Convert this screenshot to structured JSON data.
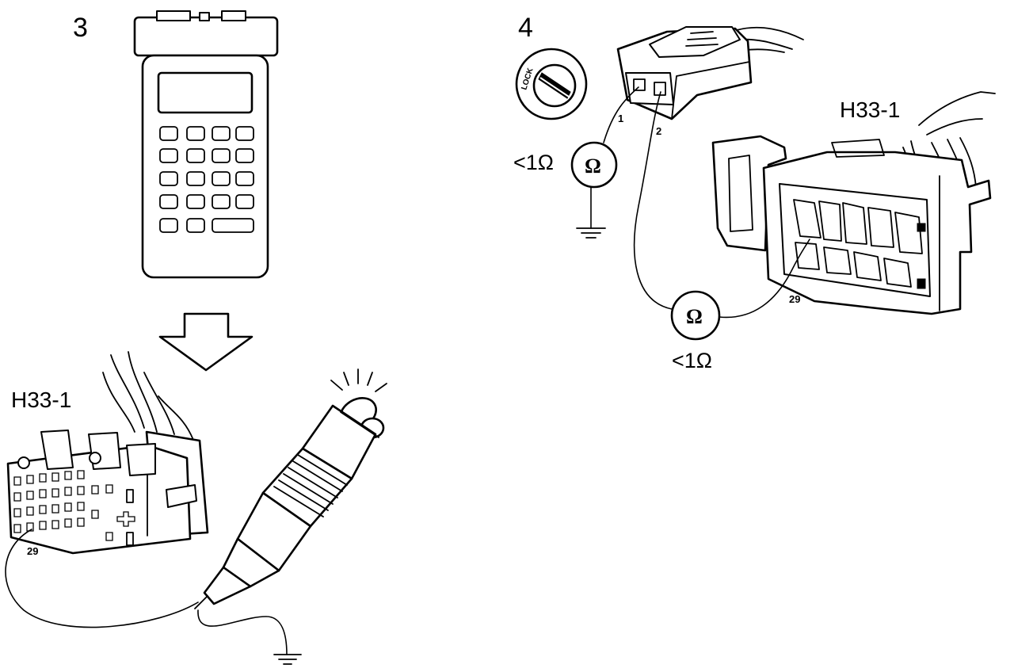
{
  "steps": {
    "step3": {
      "number": "3",
      "connector_label": "H33-1",
      "pin_label": "29"
    },
    "step4": {
      "number": "4",
      "connector_label": "H33-1",
      "pin_label": "29",
      "plug_pin_1": "1",
      "plug_pin_2": "2",
      "meter_symbol": "Ω",
      "reading_top": "<1Ω",
      "reading_bottom": "<1Ω",
      "ignition_switch_text": "LOCK"
    }
  }
}
